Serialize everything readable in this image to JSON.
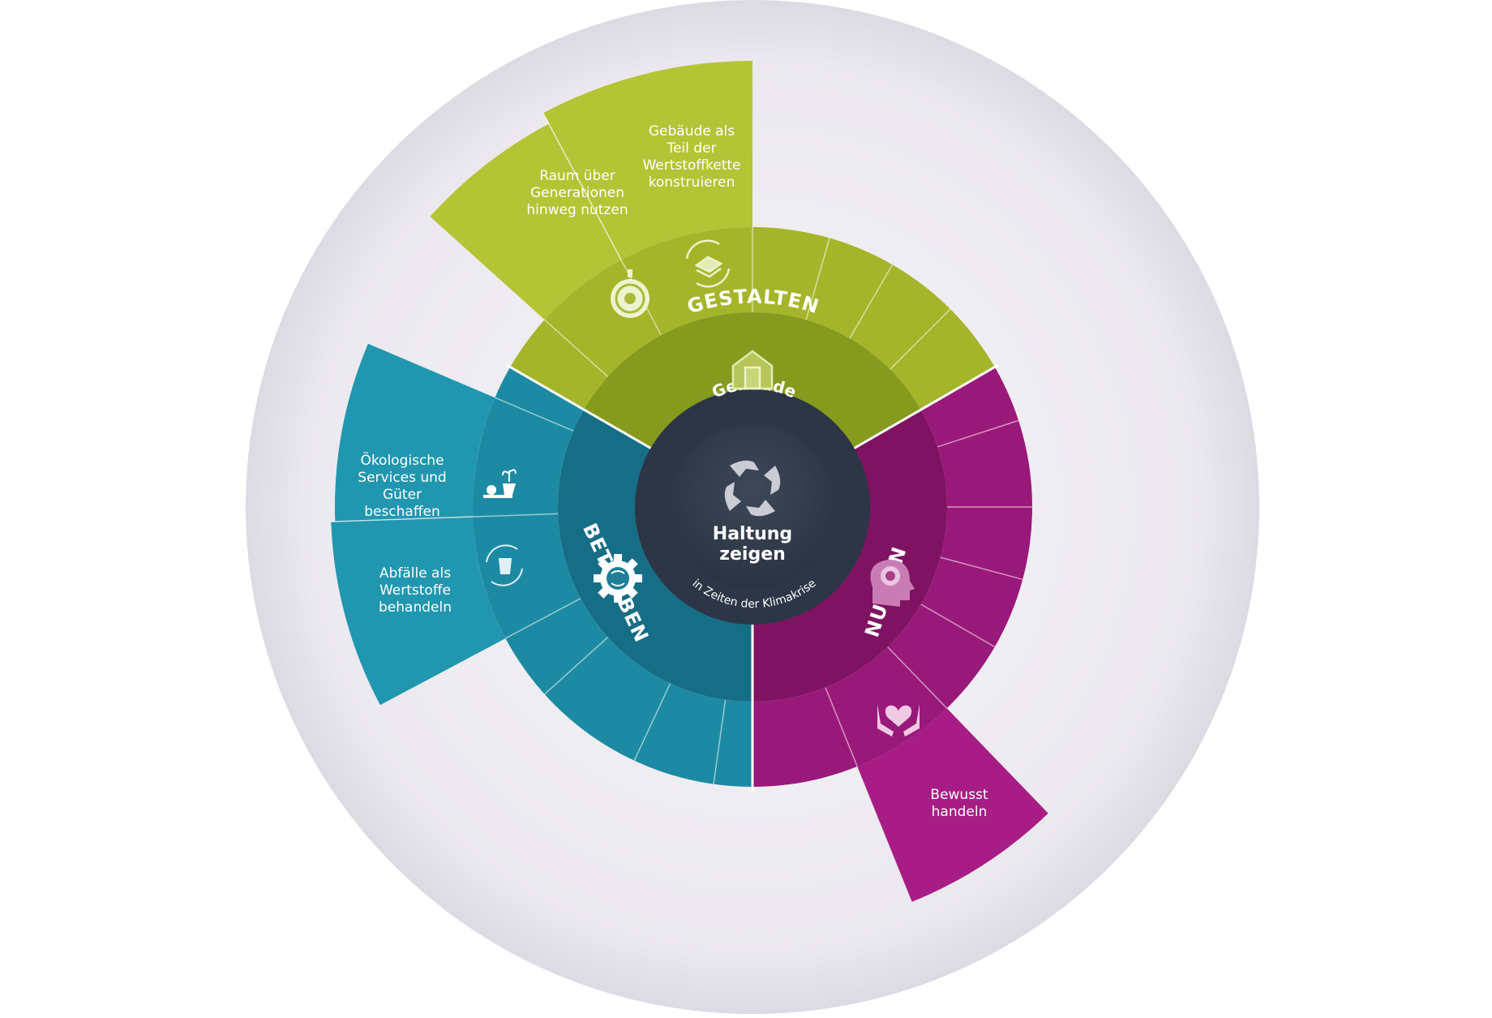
{
  "center": {
    "top_label": "Gebäude",
    "main_label_line1": "Haltung",
    "main_label_line2": "zeigen",
    "bottom_label": "in Zeiten der Klimakrise",
    "icon": "hands-circle-icon"
  },
  "sectors": [
    {
      "name": "GESTALTEN",
      "icon": "house-door-icon",
      "color_dark": "#869a1d",
      "color_mid": "#a3b62a",
      "color_light": "#b2c535",
      "segments": [
        {
          "label_lines": [
            "Raum über",
            "Generationen",
            "hinweg nutzen"
          ],
          "icon": "compass-icon"
        },
        {
          "label_lines": [
            "Gebäude als",
            "Teil der",
            "Wertstoffkette",
            "konstruieren"
          ],
          "icon": "recycle-layers-icon"
        }
      ]
    },
    {
      "name": "NUTZEN",
      "icon": "head-mind-icon",
      "color_dark": "#7f1362",
      "color_mid": "#99197a",
      "color_light": "#a81d85",
      "segments": [
        {
          "label_lines": [
            "Bewusst",
            "handeln"
          ],
          "icon": "heart-hands-icon"
        }
      ]
    },
    {
      "name": "BETREIBEN",
      "icon": "gear-icon",
      "color_dark": "#166e86",
      "color_mid": "#1d8aa3",
      "color_light": "#2196af",
      "segments": [
        {
          "label_lines": [
            "Ökologische",
            "Services und",
            "Güter",
            "beschaffen"
          ],
          "icon": "plant-shop-icon"
        },
        {
          "label_lines": [
            "Abfälle als",
            "Wertstoffe",
            "behandeln"
          ],
          "icon": "recycle-bin-icon"
        }
      ]
    }
  ],
  "colors": {
    "background_halo": "#e4e3ea",
    "core_ring": "#2c3646",
    "core_inner": "#35404f"
  }
}
